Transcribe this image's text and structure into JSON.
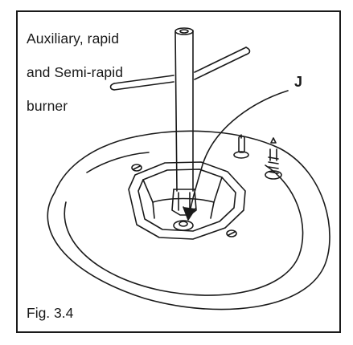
{
  "caption": {
    "line1": "Auxiliary, rapid",
    "line2": "and Semi-rapid",
    "line3": "burner"
  },
  "callout_label": "J",
  "figure_number": "Fig. 3.4",
  "colors": {
    "line": "#1a1a1a",
    "background": "#ffffff"
  },
  "icons": [
    "key-wrench-illustration",
    "burner-base-illustration",
    "injector-illustration"
  ]
}
